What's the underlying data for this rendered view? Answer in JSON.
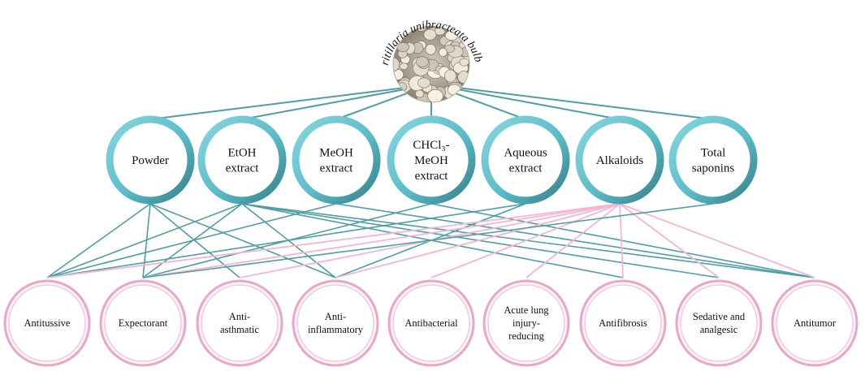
{
  "title": "Fritillaria unibracteata bulbus",
  "colors": {
    "teal": "#4f9ea3",
    "teal_ring_light": "#7fd0d8",
    "teal_ring_dark": "#3a8a93",
    "pink_line": "#f4b6d2",
    "pink_ring": "#e9a7c7",
    "pink_fill": "#fdf3f8"
  },
  "extracts": [
    {
      "lines": [
        "Powder"
      ]
    },
    {
      "lines": [
        "EtOH",
        "extract"
      ]
    },
    {
      "lines": [
        "MeOH",
        "extract"
      ]
    },
    {
      "lines": [
        "CHCl₃-",
        "MeOH",
        "extract"
      ]
    },
    {
      "lines": [
        "Aqueous",
        "extract"
      ]
    },
    {
      "lines": [
        "Alkaloids"
      ]
    },
    {
      "lines": [
        "Total",
        "saponins"
      ]
    }
  ],
  "activities": [
    {
      "lines": [
        "Antitussive"
      ]
    },
    {
      "lines": [
        "Expectorant"
      ]
    },
    {
      "lines": [
        "Anti-",
        "asthmatic"
      ]
    },
    {
      "lines": [
        "Anti-",
        "inflammatory"
      ]
    },
    {
      "lines": [
        "Antibacterial"
      ]
    },
    {
      "lines": [
        "Acute lung",
        "injury-",
        "reducing"
      ]
    },
    {
      "lines": [
        "Antifibrosis"
      ]
    },
    {
      "lines": [
        "Sedative  and",
        "analgesic"
      ]
    },
    {
      "lines": [
        "Antitumor"
      ]
    }
  ],
  "links": [
    {
      "from": 0,
      "to": 0
    },
    {
      "from": 0,
      "to": 1
    },
    {
      "from": 0,
      "to": 2
    },
    {
      "from": 0,
      "to": 3
    },
    {
      "from": 1,
      "to": 0
    },
    {
      "from": 1,
      "to": 1
    },
    {
      "from": 1,
      "to": 3
    },
    {
      "from": 1,
      "to": 6
    },
    {
      "from": 1,
      "to": 7
    },
    {
      "from": 1,
      "to": 8
    },
    {
      "from": 2,
      "to": 0
    },
    {
      "from": 2,
      "to": 8
    },
    {
      "from": 3,
      "to": 1
    },
    {
      "from": 3,
      "to": 8
    },
    {
      "from": 4,
      "to": 0
    },
    {
      "from": 4,
      "to": 3
    },
    {
      "from": 5,
      "to": 0
    },
    {
      "from": 5,
      "to": 1
    },
    {
      "from": 5,
      "to": 2
    },
    {
      "from": 5,
      "to": 3
    },
    {
      "from": 5,
      "to": 4
    },
    {
      "from": 5,
      "to": 5
    },
    {
      "from": 5,
      "to": 6
    },
    {
      "from": 5,
      "to": 7
    },
    {
      "from": 5,
      "to": 8
    },
    {
      "from": 6,
      "to": 1
    }
  ],
  "pink_from": [
    5
  ]
}
